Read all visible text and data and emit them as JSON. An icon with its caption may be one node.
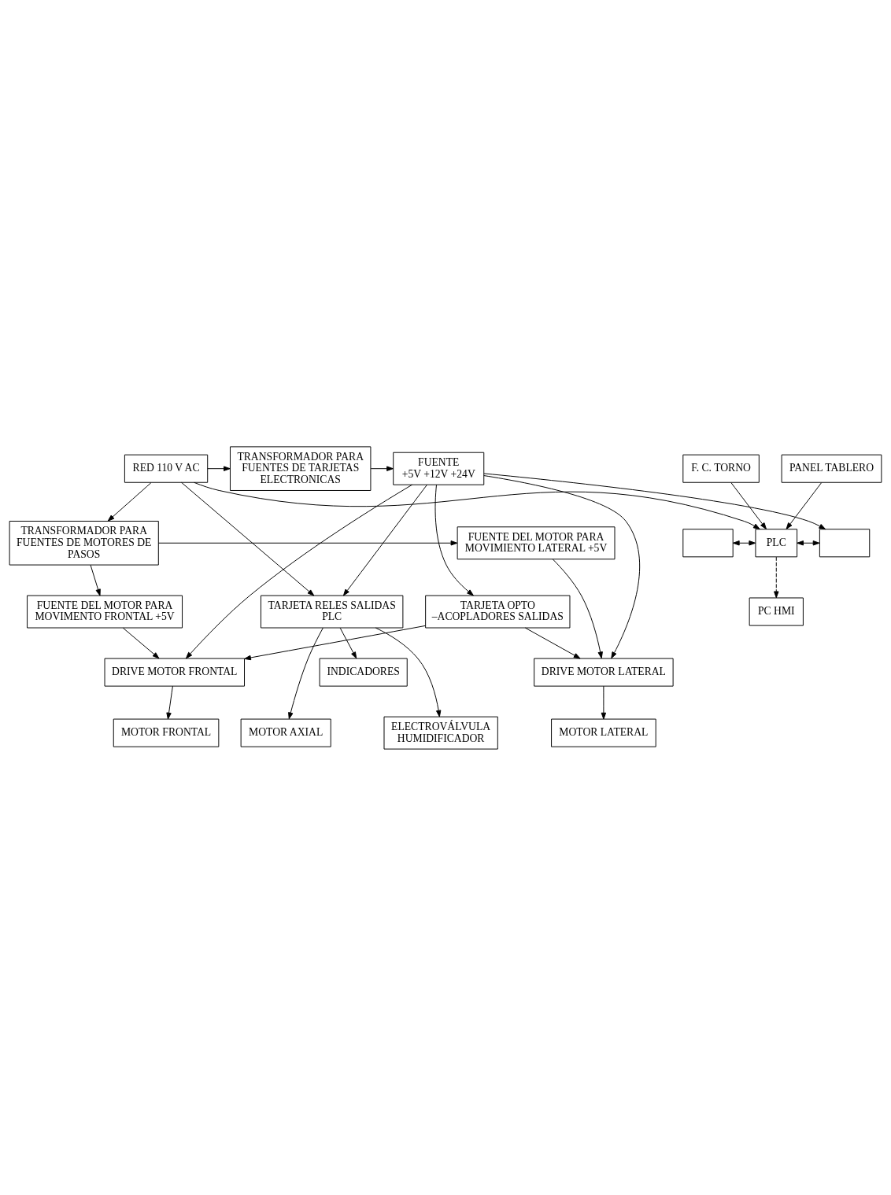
{
  "diagram": {
    "nodes": [
      {
        "text": [
          "RED 110 V AC"
        ]
      },
      {
        "text": [
          "TRANSFORMADOR PARA FUENTES DE TARJETAS ELECTRONICAS"
        ]
      },
      {
        "text": [
          "FUENTE",
          "+5V +12V +24V"
        ]
      },
      {
        "text": [
          "PANEL TABLERO"
        ]
      },
      {
        "text": [
          "F. C. TORNO"
        ]
      },
      {
        "text": [
          "TRANSFORMADOR PARA FUENTES DE MOTORES DE PASOS"
        ]
      },
      {
        "text": [
          "FUENTE DEL MOTOR PARA MOVIMIENTO LATERAL +5V"
        ]
      },
      {
        "text": [
          "FUENTE DEL MOTOR PARA MOVIMENTO FRONTAL +5V"
        ]
      },
      {
        "text": [
          "PLC"
        ]
      },
      {
        "text": [],
        "shape": "box"
      },
      {
        "text": [],
        "shape": "box"
      },
      {
        "text": [
          "PC HMI"
        ]
      },
      {
        "text": [
          "TARJETA RELES SALIDAS PLC"
        ]
      },
      {
        "text": [
          "TARJETA OPTO –ACOPLADORES SALIDAS"
        ]
      },
      {
        "text": [
          "INDICADORES"
        ]
      },
      {
        "text": [
          "DRIVE MOTOR LATERAL"
        ]
      },
      {
        "text": [
          "DRIVE MOTOR FRONTAL"
        ]
      },
      {
        "text": [
          "ELECTROVÁLVULA HUMIDIFICADOR"
        ]
      },
      {
        "text": [
          "MOTOR AXIAL"
        ]
      },
      {
        "text": [
          "MOTOR LATERAL"
        ]
      },
      {
        "text": [
          "MOTOR FRONTAL"
        ]
      }
    ],
    "edges": [
      {
        "from": 0,
        "to": 1,
        "arrow": "to"
      },
      {
        "from": 0,
        "to": 5,
        "arrow": "to"
      },
      {
        "from": 0,
        "to": 8,
        "arrow": "to"
      },
      {
        "from": 0,
        "to": 12,
        "arrow": "to"
      },
      {
        "from": 1,
        "to": 2,
        "arrow": "to"
      },
      {
        "from": 5,
        "to": 6,
        "arrow": "to"
      },
      {
        "from": 5,
        "to": 7,
        "arrow": "to"
      },
      {
        "from": 2,
        "to": 12,
        "arrow": "to"
      },
      {
        "from": 2,
        "to": 13,
        "arrow": "to"
      },
      {
        "from": 2,
        "to": 16,
        "arrow": "to"
      },
      {
        "from": 2,
        "to": 15,
        "arrow": "to"
      },
      {
        "from": 2,
        "to": 10,
        "arrow": "to"
      },
      {
        "from": 3,
        "to": 8,
        "arrow": "to"
      },
      {
        "from": 4,
        "to": 8,
        "arrow": "to"
      },
      {
        "from": 6,
        "to": 15,
        "arrow": "to"
      },
      {
        "from": 7,
        "to": 16,
        "arrow": "to"
      },
      {
        "from": 8,
        "to": 10,
        "arrow": "both"
      },
      {
        "from": 9,
        "to": 8,
        "arrow": "both"
      },
      {
        "from": 8,
        "to": 11,
        "arrow": "to",
        "style": "dashed"
      },
      {
        "from": 12,
        "to": 14,
        "arrow": "to"
      },
      {
        "from": 12,
        "to": 17,
        "arrow": "to"
      },
      {
        "from": 12,
        "to": 18,
        "arrow": "to"
      },
      {
        "from": 13,
        "to": 15,
        "arrow": "to"
      },
      {
        "from": 13,
        "to": 16,
        "arrow": "to"
      },
      {
        "from": 15,
        "to": 19,
        "arrow": "to"
      },
      {
        "from": 16,
        "to": 20,
        "arrow": "to"
      }
    ]
  }
}
